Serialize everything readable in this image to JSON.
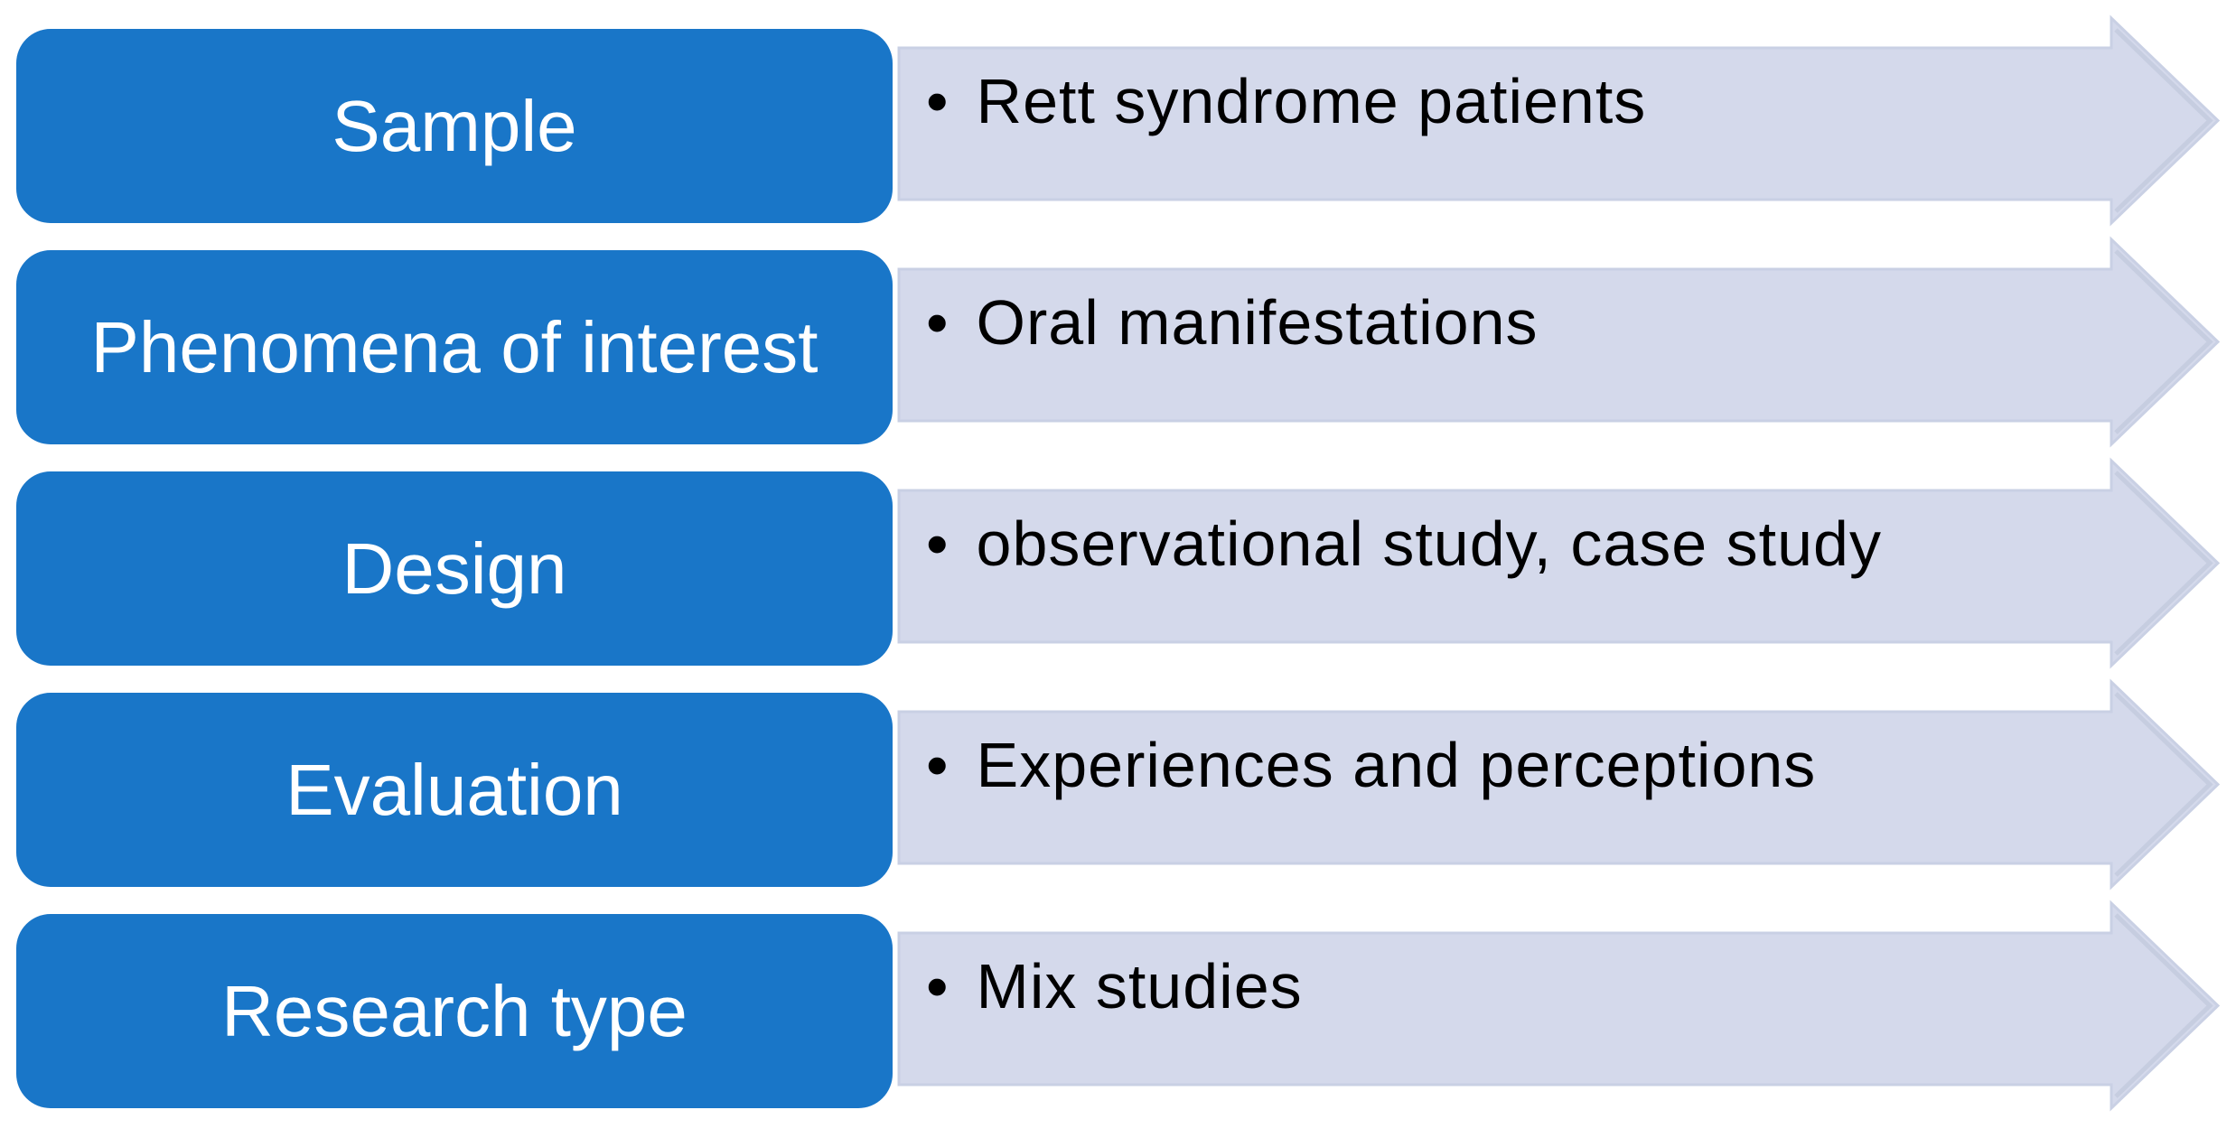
{
  "diagram": {
    "title": "SPIDER framework process diagram",
    "bullet_char": "•",
    "rows": [
      {
        "label": "Sample",
        "bullet": "Rett syndrome patients"
      },
      {
        "label": "Phenomena of interest",
        "bullet": "Oral manifestations"
      },
      {
        "label": "Design",
        "bullet": "observational study, case study"
      },
      {
        "label": "Evaluation",
        "bullet": "Experiences and perceptions"
      },
      {
        "label": "Research type",
        "bullet": "Mix studies"
      }
    ],
    "colors": {
      "box_fill": "#1976c8",
      "box_text": "#ffffff",
      "arrow_fill": "#d4d9eb",
      "arrow_edge": "#c9d0e4",
      "arrow_edge_dark": "#c3cade",
      "bullet_text": "#000000",
      "background": "#ffffff"
    }
  }
}
